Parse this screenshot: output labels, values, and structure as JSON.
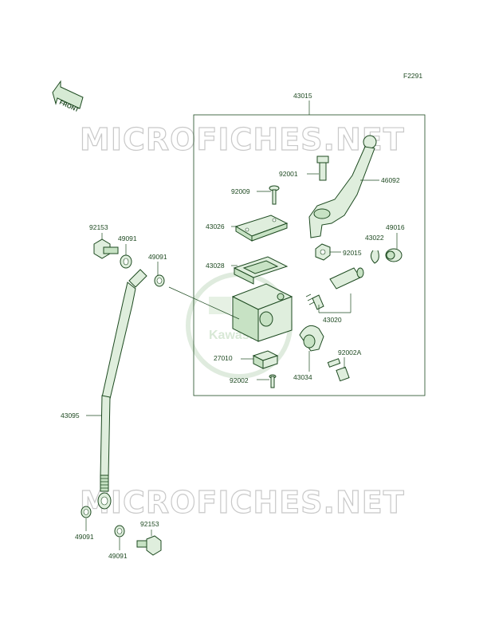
{
  "figure_code": "F2291",
  "front_label": "FRONT",
  "watermark_text": "MICROFICHES.NET",
  "brand_logo_text": "Kawasaki",
  "colors": {
    "part_fill": "#dfeedd",
    "part_stroke": "#1d4a20",
    "label": "#1f4a22",
    "watermark": "#c9c9c9"
  },
  "part_labels": {
    "p43015": "43015",
    "p92001": "92001",
    "p46092": "46092",
    "p92009": "92009",
    "p43026": "43026",
    "p43028": "43028",
    "p92015": "92015",
    "p43022": "43022",
    "p49016": "49016",
    "p43020": "43020",
    "p27010": "27010",
    "p92002": "92002",
    "p43034": "43034",
    "p92002A": "92002A",
    "p92153_top": "92153",
    "p49091_top_left": "49091",
    "p49091_top_right": "49091",
    "p43095": "43095",
    "p49091_bottom_left": "49091",
    "p92153_bottom": "92153",
    "p49091_bottom_mid": "49091"
  }
}
